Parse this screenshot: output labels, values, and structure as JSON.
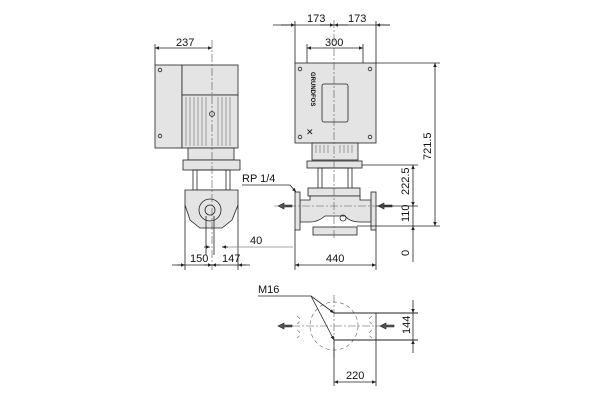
{
  "drawing": {
    "brand_mark": "GRUNDFOS",
    "dimensions": {
      "side_width": "237",
      "half_width_left": "173",
      "half_width_right": "173",
      "box_width": "300",
      "total_height": "721.5",
      "port_to_flange": "222.5",
      "port_height": "110",
      "base_level": "0",
      "left_offset": "150",
      "right_offset": "147",
      "vent_offset": "40",
      "port_to_port": "440",
      "bolt_spacing": "144",
      "bolt_distance": "220"
    },
    "labels": {
      "vent_thread": "RP 1/4",
      "bolt_thread": "M16"
    }
  }
}
